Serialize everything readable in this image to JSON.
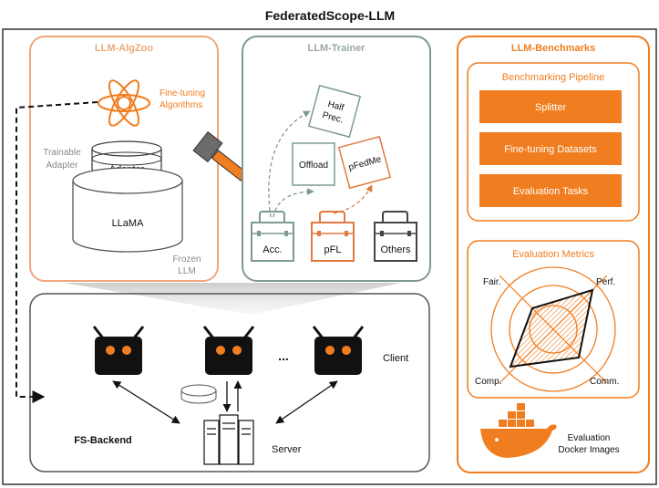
{
  "title": "FederatedScope-LLM",
  "algzoo": {
    "title": "LLM-AlgZoo",
    "fine_tuning_1": "Fine-tuning",
    "fine_tuning_2": "Algorithms",
    "trainable_1": "Trainable",
    "trainable_2": "Adapter",
    "adapter": "Adapter",
    "llama": "LLaMA",
    "frozen_1": "Frozen",
    "frozen_2": "LLM"
  },
  "trainer": {
    "title": "LLM-Trainer",
    "half_1": "Half",
    "half_2": "Prec.",
    "offload": "Offload",
    "pfedme": "pFedMe",
    "acc": "Acc.",
    "pfl": "pFL",
    "others": "Others"
  },
  "backend": {
    "label": "FS-Backend",
    "client": "Client",
    "server": "Server",
    "ellipsis": "..."
  },
  "benchmarks": {
    "title": "LLM-Benchmarks",
    "pipeline_title": "Benchmarking Pipeline",
    "pipeline_items": [
      "Splitter",
      "Fine-tuning Datasets",
      "Evaluation Tasks"
    ],
    "metrics_title": "Evaluation Metrics",
    "metrics": {
      "fair": "Fair.",
      "perf": "Perf.",
      "comp": "Comp.",
      "comm": "Comm."
    },
    "docker_1": "Evaluation",
    "docker_2": "Docker Images"
  },
  "colors": {
    "orange": "#f07d1f",
    "orange_light": "#f0a77a",
    "teal": "#7e9a94",
    "gray_border": "#555555",
    "dark": "#1c1c1c",
    "eye": "#f07d1f"
  }
}
